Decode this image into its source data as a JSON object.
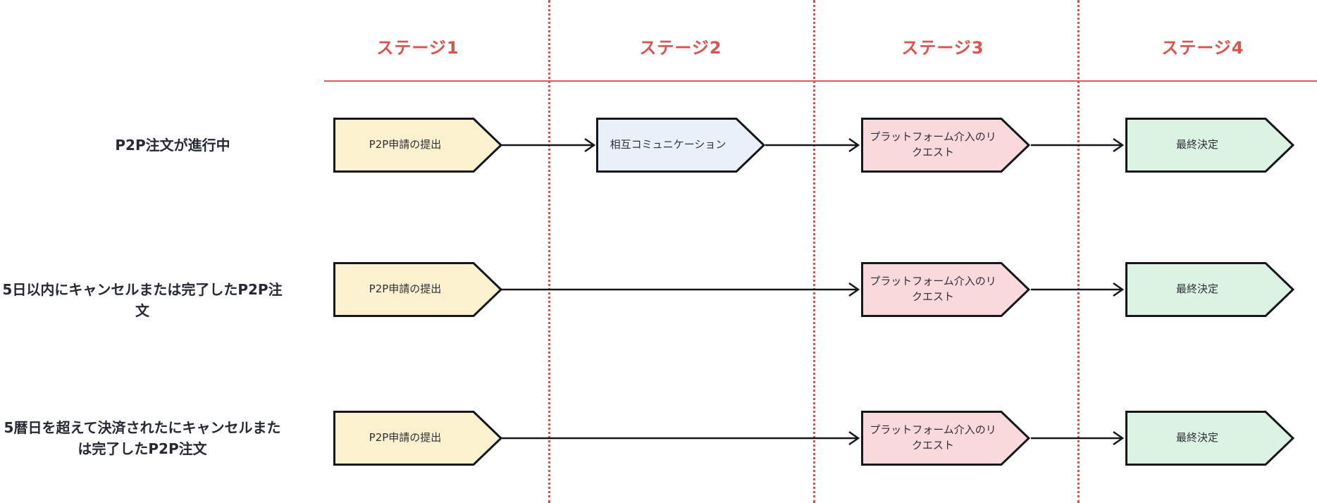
{
  "diagram": {
    "stage_headers": [
      {
        "label": "ステージ1"
      },
      {
        "label": "ステージ2"
      },
      {
        "label": "ステージ3"
      },
      {
        "label": "ステージ4"
      }
    ],
    "rows": [
      {
        "label": "P2P注文が進行中",
        "boxes": [
          {
            "label": "P2P申請の提出"
          },
          {
            "label": "相互コミュニケーション"
          },
          {
            "label": "プラットフォーム介入のリ\nクエスト"
          },
          {
            "label": "最終決定"
          }
        ]
      },
      {
        "label": "5日以内にキャンセルまたは完了したP2P注文",
        "boxes": [
          {
            "label": "P2P申請の提出"
          },
          {
            "label": "プラットフォーム介入のリ\nクエスト"
          },
          {
            "label": "最終決定"
          }
        ]
      },
      {
        "label": "5暦日を超えて決済されたにキャンセルまた\nは完了したP2P注文",
        "boxes": [
          {
            "label": "P2P申請の提出"
          },
          {
            "label": "プラットフォーム介入のリ\nクエスト"
          },
          {
            "label": "最終決定"
          }
        ]
      }
    ],
    "colors": {
      "stage_header": "#d9534f",
      "underline": "#e05a55",
      "divider": "#d0544e",
      "row_label_text": "#242933",
      "box_text": "#2f2f38",
      "yellow_fill": "#fcf1cf",
      "blue_fill": "#eaf0fa",
      "pink_fill": "#f9d9dc",
      "green_fill": "#dcf3e3"
    }
  }
}
